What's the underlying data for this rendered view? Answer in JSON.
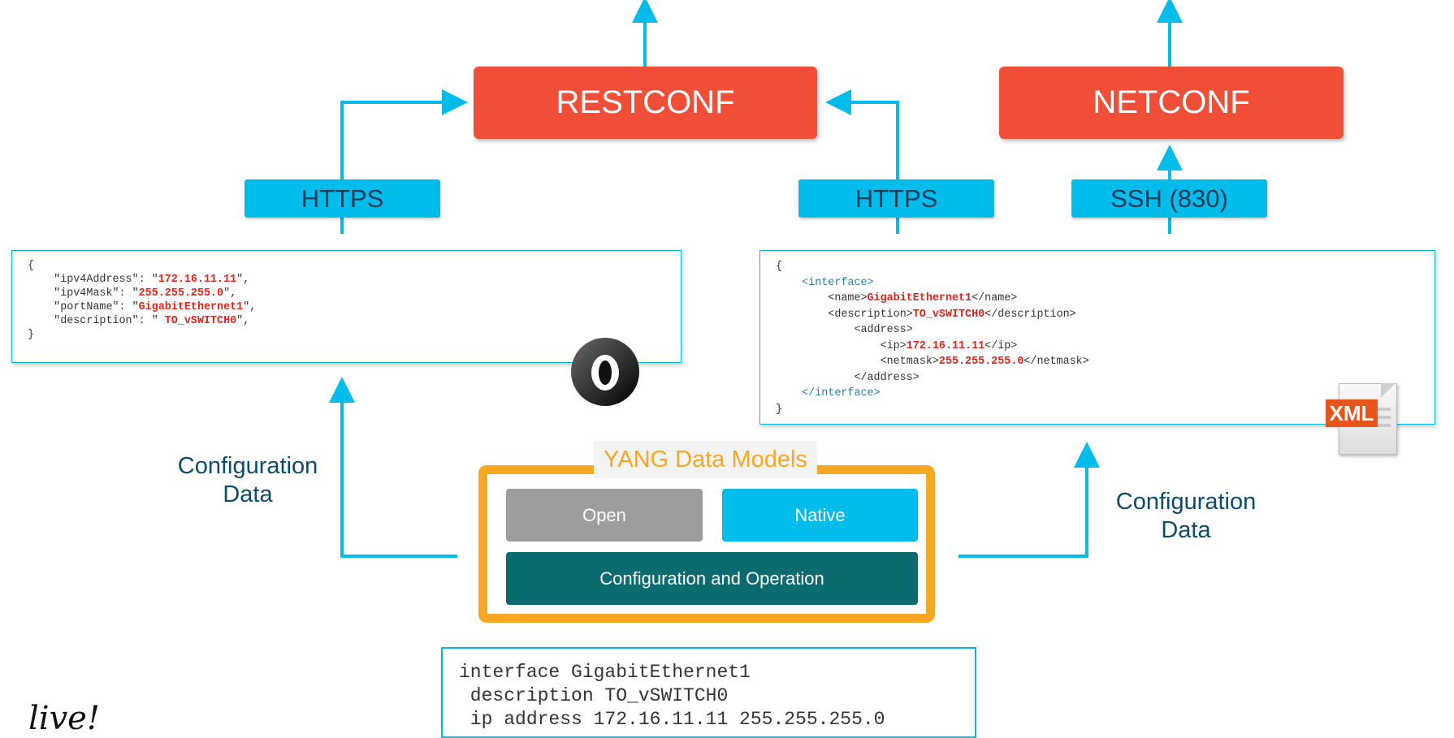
{
  "protocols": {
    "restconf": "RESTCONF",
    "netconf": "NETCONF"
  },
  "transports": {
    "https_left": "HTTPS",
    "https_right": "HTTPS",
    "ssh": "SSH (830)"
  },
  "json_block": {
    "open": "{",
    "lines": [
      {
        "key": "\"ipv4Address\": \"",
        "value": "172.16.11.11",
        "tail": "\","
      },
      {
        "key": "\"ipv4Mask\": \"",
        "value": "255.255.255.0",
        "tail": "\","
      },
      {
        "key": "\"portName\": \"",
        "value": "GigabitEthernet1",
        "tail": "\","
      },
      {
        "key": "\"description\": \" ",
        "value": "TO_vSWITCH0",
        "tail": "\","
      }
    ],
    "close": "}"
  },
  "xml_block": {
    "open": "{",
    "interface_open": "<interface>",
    "name_open": "<name>",
    "name_value": "GigabitEthernet1",
    "name_close": "</name>",
    "desc_open": "<description>",
    "desc_value": "TO_vSWITCH0",
    "desc_close": "</description>",
    "address_open": "<address>",
    "ip_open": "<ip>",
    "ip_value": "172.16.11.11",
    "ip_close": "</ip>",
    "mask_open": "<netmask>",
    "mask_value": "255.255.255.0",
    "mask_close": "</netmask>",
    "address_close": "</address>",
    "interface_close": "</interface>",
    "close": "}"
  },
  "labels": {
    "config_left": "Configuration\nData",
    "config_right": "Configuration\nData"
  },
  "yang": {
    "title": "YANG Data Models",
    "open": "Open",
    "native": "Native",
    "config_oper": "Configuration and Operation"
  },
  "cli": {
    "text": "interface GigabitEthernet1\n description TO_vSWITCH0\n ip address 172.16.11.11 255.255.255.0"
  },
  "icons": {
    "json": "json-logo-icon",
    "xml": "xml-file-icon",
    "xml_text": "XML"
  },
  "logo_text": "live!",
  "colors": {
    "protocol": "#f04e37",
    "transport": "#00bceb",
    "arrow": "#00bceb",
    "yang_frame": "#f7a823",
    "open": "#9d9d9f",
    "native": "#00bceb",
    "config_oper": "#0b6b6e",
    "highlight": "#e2231a"
  }
}
